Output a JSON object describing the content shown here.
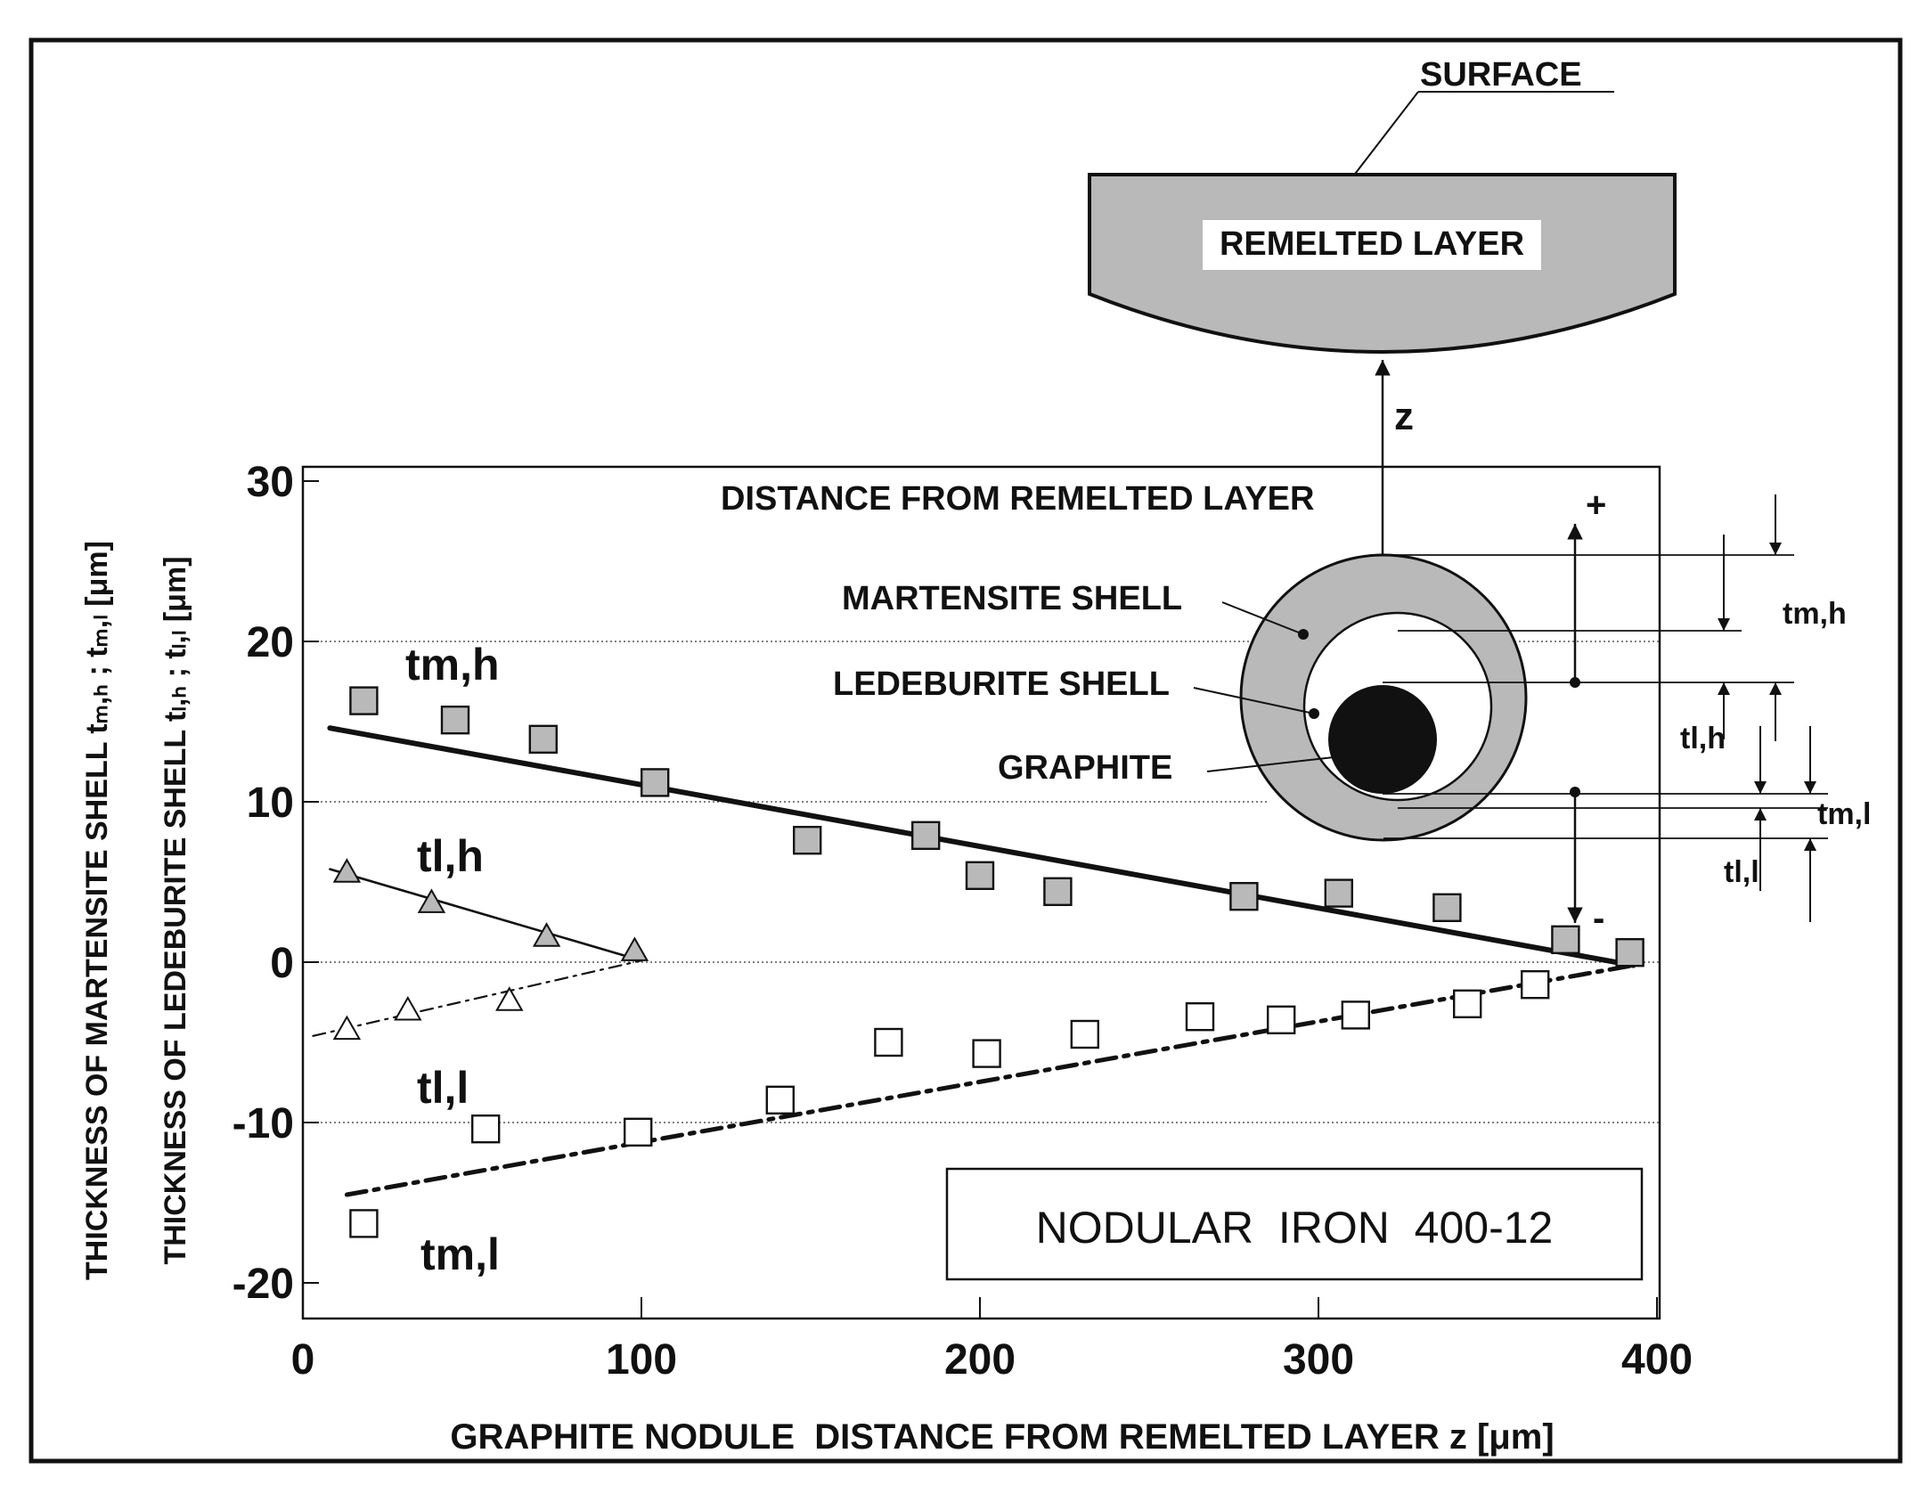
{
  "chart_data": {
    "type": "scatter",
    "title": "",
    "xlabel": "GRAPHITE NODULE  DISTANCE FROM REMELTED LAYER z [μm]",
    "ylabel_outer": "THICKNESS OF MARTENSITE SHELL tₘ,ₕ ; tₘ,ₗ [μm]",
    "ylabel_inner": "THICKNESS OF LEDEBURITE SHELL tₗ,ₕ ; tₗ,ₗ [μm]",
    "xlim": [
      0,
      400
    ],
    "ylim": [
      -20,
      30
    ],
    "xticks": [
      "0",
      "100",
      "200",
      "300",
      "400"
    ],
    "yticks": [
      "30",
      "20",
      "10",
      "0",
      "-10",
      "-20"
    ],
    "grid": "dotted horizontal",
    "legend_box": "NODULAR  IRON  400-12",
    "series": [
      {
        "name": "tm,h",
        "marker": "square-filled",
        "points": [
          [
            18,
            16.3
          ],
          [
            45,
            15.1
          ],
          [
            71,
            13.9
          ],
          [
            104,
            11.2
          ],
          [
            149,
            7.6
          ],
          [
            184,
            7.9
          ],
          [
            200,
            5.4
          ],
          [
            223,
            4.4
          ],
          [
            278,
            4.1
          ],
          [
            306,
            4.3
          ],
          [
            338,
            3.4
          ],
          [
            373,
            1.4
          ],
          [
            392,
            0.6
          ]
        ],
        "fit": [
          [
            8,
            14.6
          ],
          [
            393,
            -0.2
          ]
        ]
      },
      {
        "name": "tl,h",
        "marker": "triangle-filled",
        "points": [
          [
            13,
            5.6
          ],
          [
            38,
            3.7
          ],
          [
            72,
            1.6
          ],
          [
            98,
            0.7
          ]
        ],
        "fit": [
          [
            8,
            5.8
          ],
          [
            100,
            0.1
          ]
        ]
      },
      {
        "name": "tl,l",
        "marker": "triangle-open",
        "points": [
          [
            13,
            -4.2
          ],
          [
            31,
            -3.0
          ],
          [
            61,
            -2.4
          ]
        ],
        "fit": [
          [
            3,
            -4.6
          ],
          [
            100,
            0.1
          ]
        ]
      },
      {
        "name": "tm,l",
        "marker": "square-open",
        "points": [
          [
            18,
            -16.3
          ],
          [
            54,
            -10.4
          ],
          [
            99,
            -10.6
          ],
          [
            141,
            -8.6
          ],
          [
            173,
            -5.0
          ],
          [
            202,
            -5.7
          ],
          [
            231,
            -4.5
          ],
          [
            265,
            -3.4
          ],
          [
            289,
            -3.6
          ],
          [
            311,
            -3.3
          ],
          [
            344,
            -2.6
          ],
          [
            364,
            -1.4
          ]
        ],
        "fit": [
          [
            13,
            -14.5
          ],
          [
            393,
            -0.2
          ]
        ]
      }
    ]
  },
  "diagram": {
    "surface_label": "SURFACE",
    "remelted_layer_label": "REMELTED LAYER",
    "z_label": "z",
    "distance_label": "DISTANCE FROM REMELTED LAYER",
    "martensite_label": "MARTENSITE SHELL",
    "ledeburite_label": "LEDEBURITE SHELL",
    "graphite_label": "GRAPHITE",
    "plus_label": "+",
    "minus_label": "-",
    "dims": {
      "tmh": "tm,h",
      "tlh": "tl,h",
      "tml": "tm,l",
      "tll": "tl,l"
    }
  },
  "colors": {
    "fill": "#b9b9b9",
    "ink": "#111111"
  }
}
